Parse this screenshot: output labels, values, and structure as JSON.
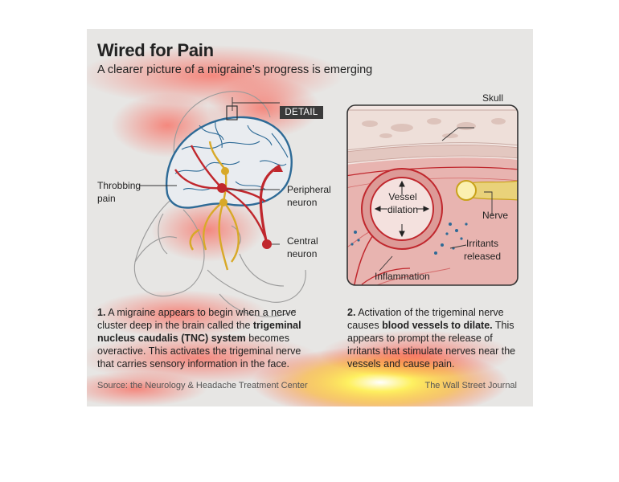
{
  "title": "Wired for Pain",
  "subtitle": "A clearer picture of a migraine’s progress is emerging",
  "labels": {
    "detail": "DETAIL",
    "skull": "Skull",
    "throbbing_pain": [
      "Throbbing",
      "pain"
    ],
    "peripheral_neuron": [
      "Peripheral",
      "neuron"
    ],
    "central_neuron": [
      "Central",
      "neuron"
    ],
    "vessel_dilation": [
      "Vessel",
      "dilation"
    ],
    "nerve": "Nerve",
    "irritants_released": [
      "Irritants",
      "released"
    ],
    "inflammation": "Inflammation"
  },
  "step1": {
    "num": "1.",
    "t1": " A migraine appears to begin when a nerve cluster deep in the brain called the ",
    "bold": "trigeminal nucleus caudalis (TNC) system",
    "t2": " becomes overactive. This activates the trigeminal nerve that carries sensory information in the face."
  },
  "step2": {
    "num": "2.",
    "t1": " Activation of the trigeminal nerve causes ",
    "bold": "blood vessels to dilate.",
    "t2": " This appears to prompt the release of irritants that stimulate nerves near the vessels and cause pain."
  },
  "source": "Source: the Neurology & Headache Treatment Center",
  "credit": "The Wall Street Journal",
  "colors": {
    "panel": "#e7e6e4",
    "brain_outline": "#2d6a96",
    "nerve_red": "#c0272d",
    "nerve_yellow": "#d8a928",
    "tissue_pink": "#e8b4b0"
  }
}
